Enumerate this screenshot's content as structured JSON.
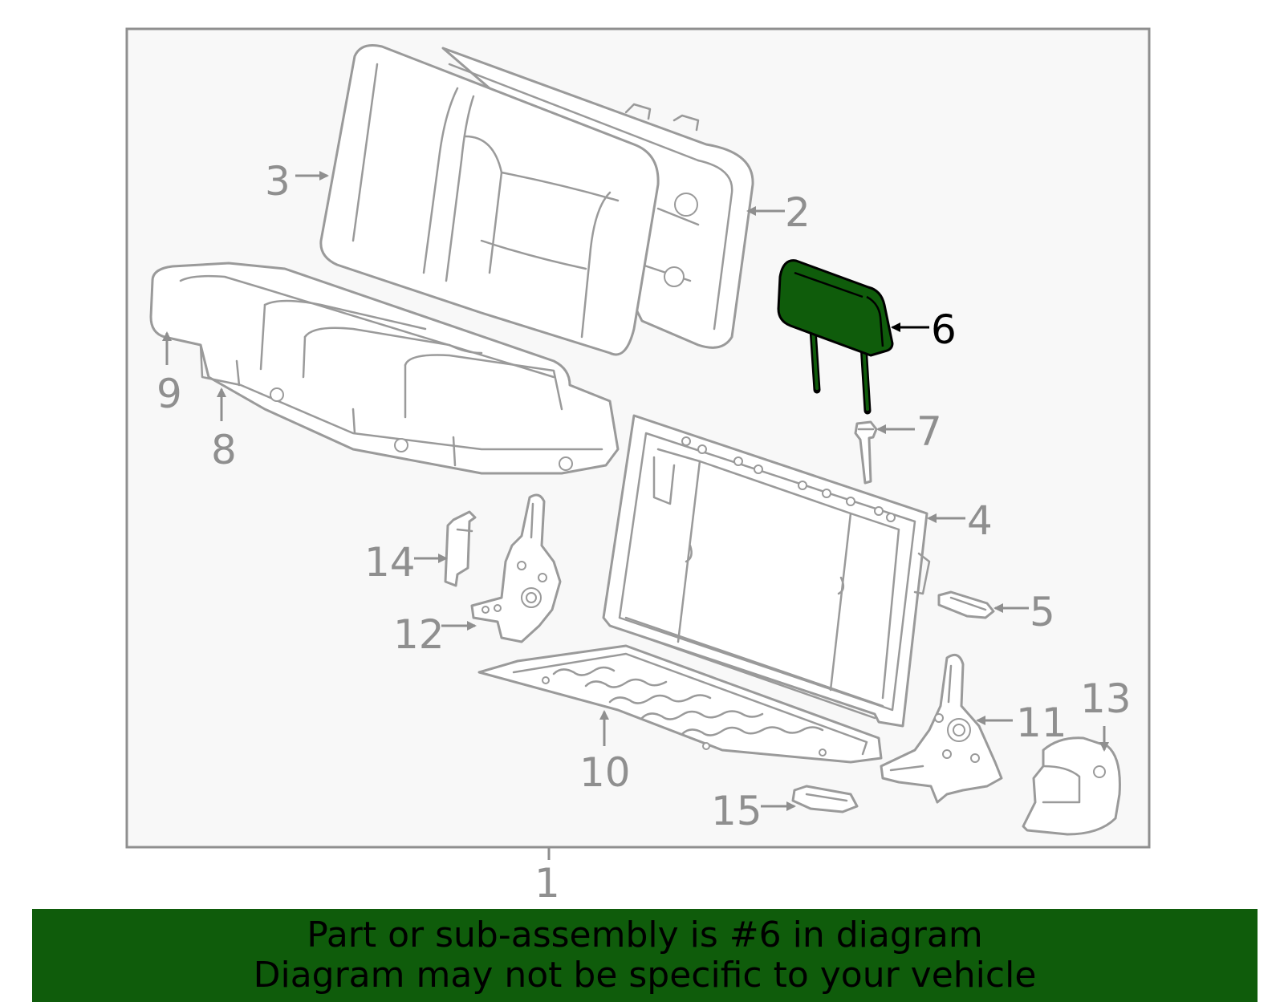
{
  "diagram": {
    "highlight_color": "#0f5c0b",
    "highlighted_callout": "6",
    "callouts": {
      "c1": "1",
      "c2": "2",
      "c3": "3",
      "c4": "4",
      "c5": "5",
      "c6": "6",
      "c7": "7",
      "c8": "8",
      "c9": "9",
      "c10": "10",
      "c11": "11",
      "c12": "12",
      "c13": "13",
      "c14": "14",
      "c15": "15"
    }
  },
  "banner": {
    "line1": "Part or sub-assembly is #6 in diagram",
    "line2": "Diagram may not be specific to your vehicle"
  }
}
